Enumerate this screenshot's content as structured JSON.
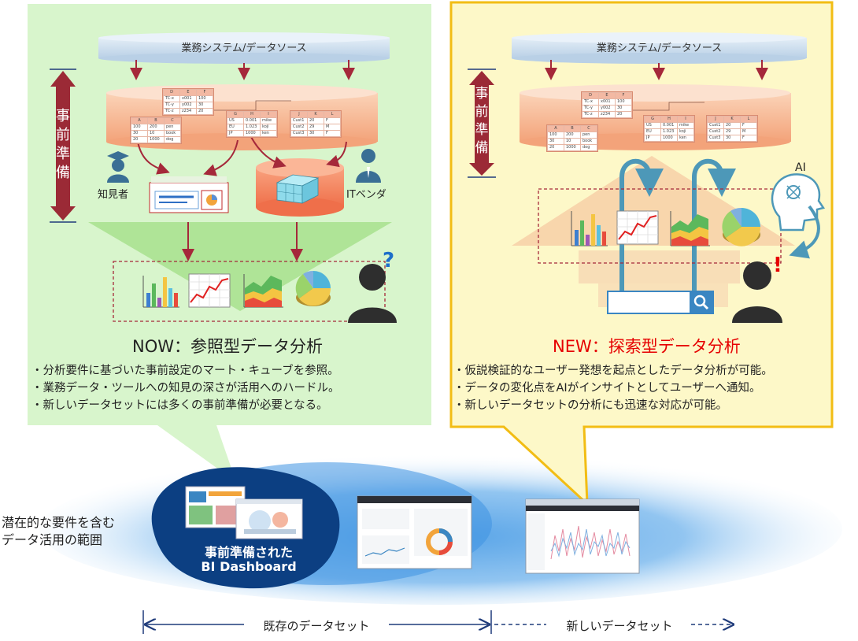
{
  "colors": {
    "now_panel": "#d8f5cc",
    "new_panel": "#fdf8c8",
    "new_border": "#f2bd14",
    "accent_red": "#e60000",
    "prep_bar": "#9b2a36",
    "dashboard_blob": "#0c3f82",
    "scope_cloud": "#5aa6e8",
    "arrow_red": "#a5283a",
    "arrow_teal": "#4d98b8"
  },
  "now": {
    "source_label": "業務システム/データソース",
    "prep_label": "事前準備",
    "expert_label": "知見者",
    "vendor_label": "ITベンダ",
    "title": "NOW：参照型データ分析",
    "bullets": [
      "・分析要件に基づいた事前設定のマート・キューブを参照。",
      "・業務データ・ツールへの知見の深さが活用へのハードル。",
      "・新しいデータセットには多くの事前準備が必要となる。"
    ],
    "question_mark": "?"
  },
  "new": {
    "source_label": "業務システム/データソース",
    "prep_label": "事前準備",
    "ai_label": "AI",
    "title": "NEW：探索型データ分析",
    "bullets": [
      "・仮説検証的なユーザー発想を起点としたデータ分析が可能。",
      "・データの変化点をAIがインサイトとしてユーザーへ通知。",
      "・新しいデータセットの分析にも迅速な対応が可能。"
    ],
    "exclamation": "!"
  },
  "tables": {
    "t1": {
      "cols": [
        "D",
        "E",
        "F"
      ],
      "rows": [
        [
          "TC-x",
          "x001",
          "100"
        ],
        [
          "TC-y",
          "y002",
          "30"
        ],
        [
          "TC-z",
          "z234",
          "20"
        ]
      ]
    },
    "t2": {
      "cols": [
        "A",
        "B",
        "C"
      ],
      "rows": [
        [
          "100",
          "200",
          "pen"
        ],
        [
          "30",
          "10",
          "book"
        ],
        [
          "20",
          "1000",
          "dog"
        ]
      ]
    },
    "t3": {
      "cols": [
        "G",
        "H",
        "I"
      ],
      "rows": [
        [
          "US",
          "0.001",
          "mike"
        ],
        [
          "EU",
          "1.023",
          "koji"
        ],
        [
          "JP",
          "1000",
          "ken"
        ]
      ]
    },
    "t4": {
      "cols": [
        "J",
        "K",
        "L"
      ],
      "rows": [
        [
          "Cust1",
          "20",
          "F"
        ],
        [
          "Cust2",
          "29",
          "M"
        ],
        [
          "Cust3",
          "30",
          "F"
        ]
      ]
    }
  },
  "bottom": {
    "scope_label_line1": "潜在的な要件を含む",
    "scope_label_line2": "データ活用の範囲",
    "dashboard_line1": "事前準備された",
    "dashboard_line2": "BI Dashboard",
    "existing_dataset": "既存のデータセット",
    "new_dataset": "新しいデータセット"
  }
}
